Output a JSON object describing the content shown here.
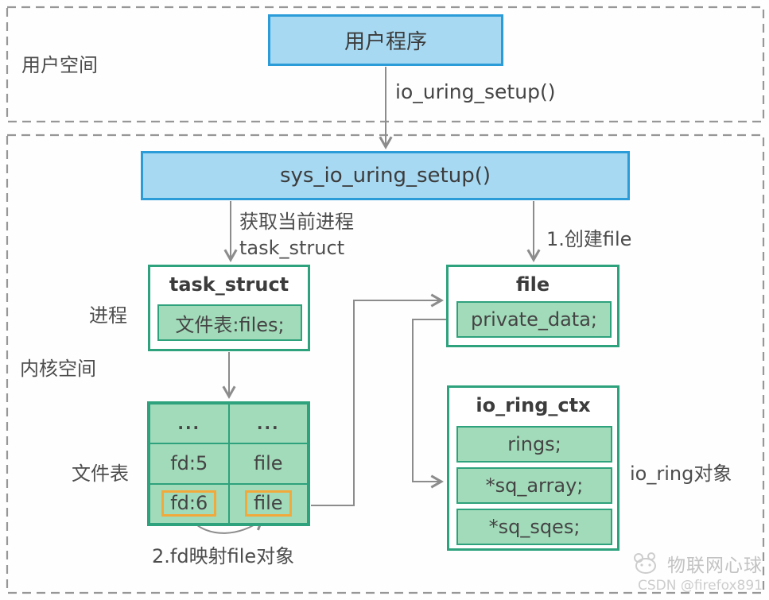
{
  "regions": {
    "user_space": "用户空间",
    "kernel_space": "内核空间"
  },
  "nodes": {
    "user_program": {
      "title": "用户程序"
    },
    "sys_setup": {
      "title": "sys_io_uring_setup()"
    },
    "task_struct": {
      "title": "task_struct",
      "field_files": "文件表:files;"
    },
    "file": {
      "title": "file",
      "field_private_data": "private_data;"
    },
    "io_ring_ctx": {
      "title": "io_ring_ctx",
      "field_rings": "rings;",
      "field_sq_array": "*sq_array;",
      "field_sq_sqes": "*sq_sqes;"
    }
  },
  "edges": {
    "io_uring_setup_call": "io_uring_setup()",
    "get_current_task_line1": "获取当前进程",
    "get_current_task_line2": "task_struct",
    "create_file": "1.创建file",
    "fd_to_file": "2.fd映射file对象"
  },
  "side_labels": {
    "process": "进程",
    "file_table": "文件表",
    "io_ring_object": "io_ring对象"
  },
  "file_table": {
    "rows": [
      [
        "...",
        "..."
      ],
      [
        "fd:5",
        "file"
      ],
      [
        "fd:6",
        "file"
      ]
    ]
  },
  "watermark": {
    "brand": "物联网心球",
    "credit": "CSDN @firefox891"
  },
  "colors": {
    "blue_fill": "#a7d9f2",
    "blue_border": "#2b9cd8",
    "green_fill": "#a2dbba",
    "teal_border": "#2ea27c",
    "highlight_orange": "#f2a93b",
    "connector_gray": "#8c8c8c",
    "dashed_border_gray": "#979797"
  }
}
